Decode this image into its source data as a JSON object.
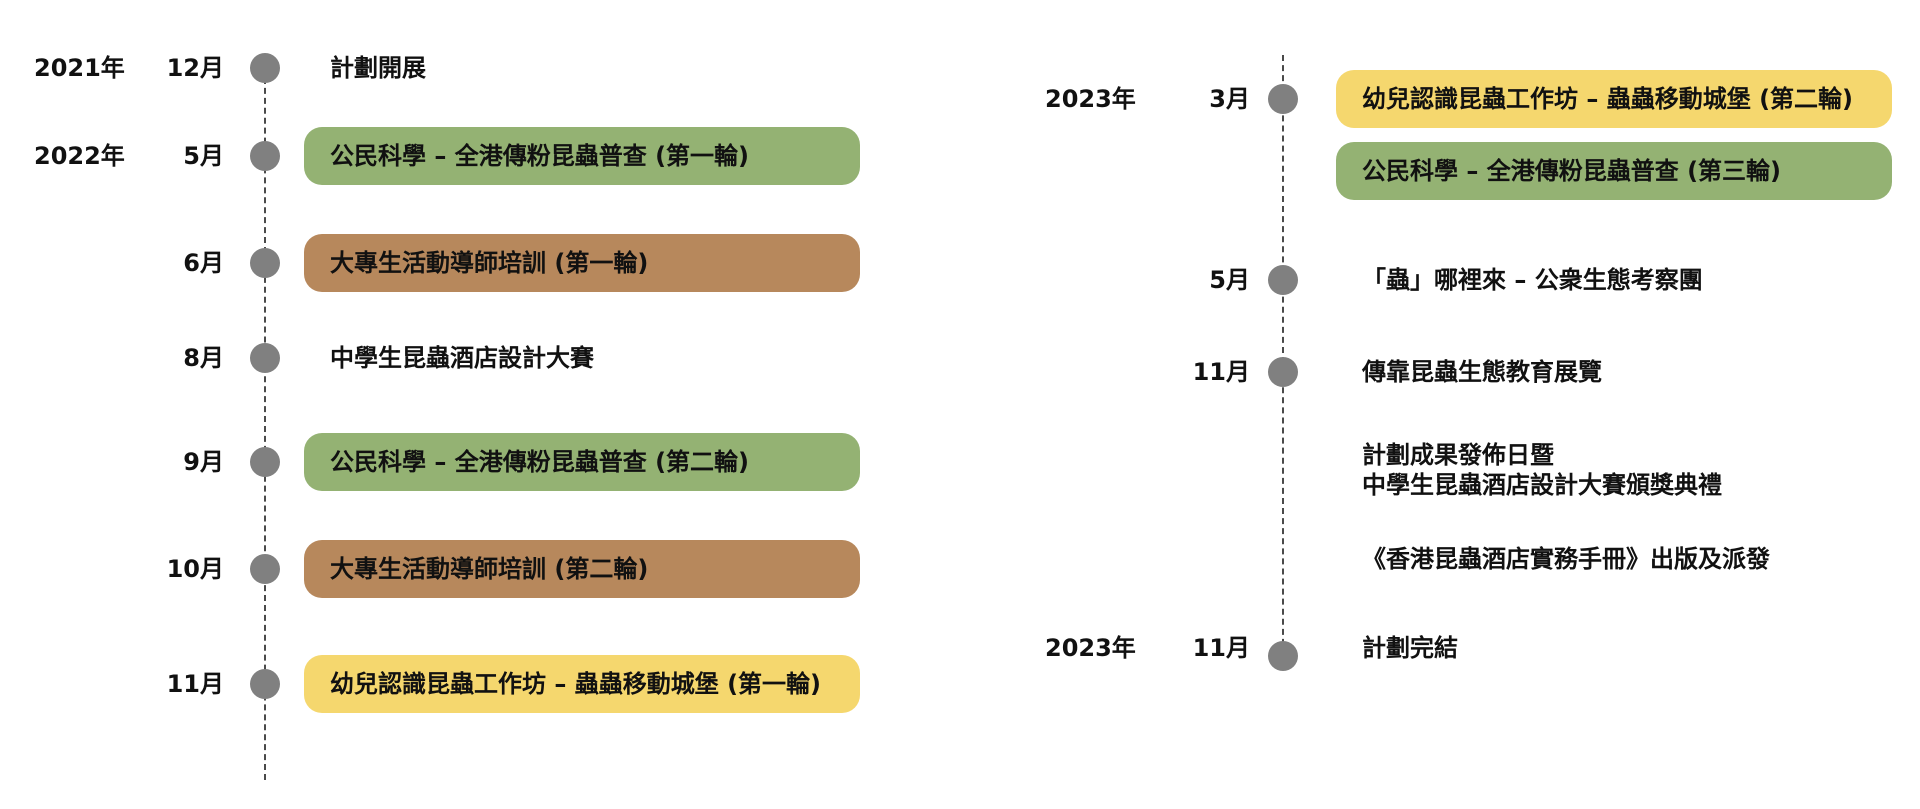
{
  "category_colors": {
    "green": "#94b273",
    "brown": "#b7885c",
    "yellow": "#f5d76e"
  },
  "timeline_left": [
    {
      "year": "2021年",
      "month": "12月",
      "label": "計劃開展",
      "category": ""
    },
    {
      "year": "2022年",
      "month": "5月",
      "label": "公民科學 – 全港傳粉昆蟲普查 (第一輪)",
      "category": "green"
    },
    {
      "year": "",
      "month": "6月",
      "label": "大專生活動導師培訓 (第一輪)",
      "category": "brown"
    },
    {
      "year": "",
      "month": "8月",
      "label": "中學生昆蟲酒店設計大賽",
      "category": ""
    },
    {
      "year": "",
      "month": "9月",
      "label": "公民科學 – 全港傳粉昆蟲普查 (第二輪)",
      "category": "green"
    },
    {
      "year": "",
      "month": "10月",
      "label": "大專生活動導師培訓 (第二輪)",
      "category": "brown"
    },
    {
      "year": "",
      "month": "11月",
      "label": "幼兒認識昆蟲工作坊 – 蟲蟲移動城堡 (第一輪)",
      "category": "yellow"
    }
  ],
  "timeline_right": [
    {
      "year": "2023年",
      "month": "3月",
      "label": "幼兒認識昆蟲工作坊 – 蟲蟲移動城堡 (第二輪)",
      "category": "yellow",
      "dot": true
    },
    {
      "year": "",
      "month": "",
      "label": "公民科學 – 全港傳粉昆蟲普查 (第三輪)",
      "category": "green",
      "dot": false
    },
    {
      "year": "",
      "month": "5月",
      "label": "「蟲」哪裡來 – 公衆生態考察團",
      "category": "",
      "dot": true
    },
    {
      "year": "",
      "month": "11月",
      "label": "傳靠昆蟲生態教育展覽",
      "category": "",
      "dot": true
    },
    {
      "year": "",
      "month": "",
      "label": "計劃成果發佈日暨\n中學生昆蟲酒店設計大賽頒獎典禮",
      "category": "",
      "dot": false
    },
    {
      "year": "",
      "month": "",
      "label": "《香港昆蟲酒店實務手冊》出版及派發",
      "category": "",
      "dot": false
    },
    {
      "year": "2023年",
      "month": "11月",
      "label": "計劃完結",
      "category": "",
      "dot": true
    }
  ]
}
